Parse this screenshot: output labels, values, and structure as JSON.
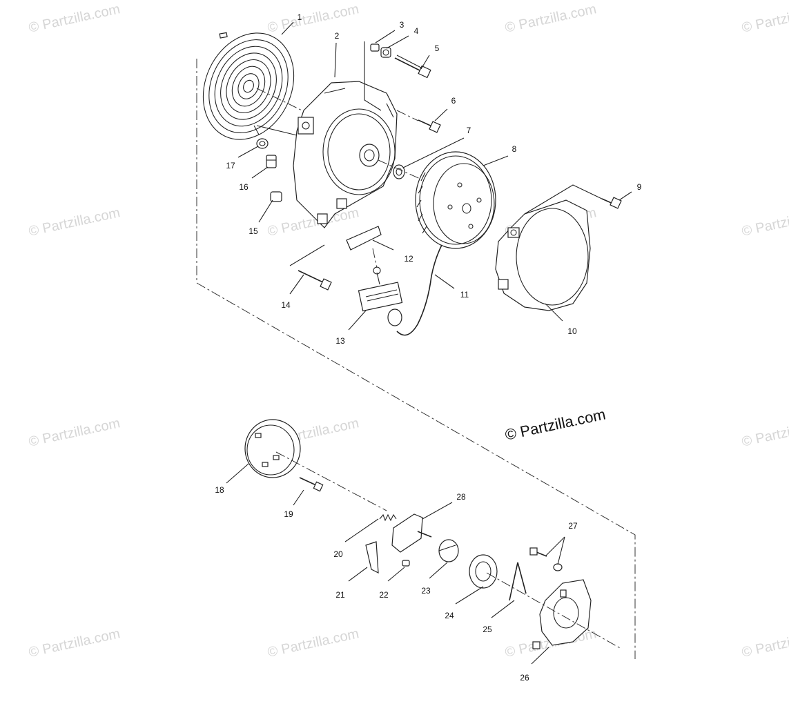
{
  "diagram": {
    "copyright": "© Partzilla.com",
    "watermark": "© Partzilla.com",
    "callouts": [
      "1",
      "2",
      "3",
      "4",
      "5",
      "6",
      "7",
      "8",
      "9",
      "10",
      "11",
      "12",
      "13",
      "14",
      "15",
      "16",
      "17",
      "18",
      "19",
      "20",
      "21",
      "22",
      "23",
      "24",
      "25",
      "26",
      "27",
      "28"
    ]
  }
}
